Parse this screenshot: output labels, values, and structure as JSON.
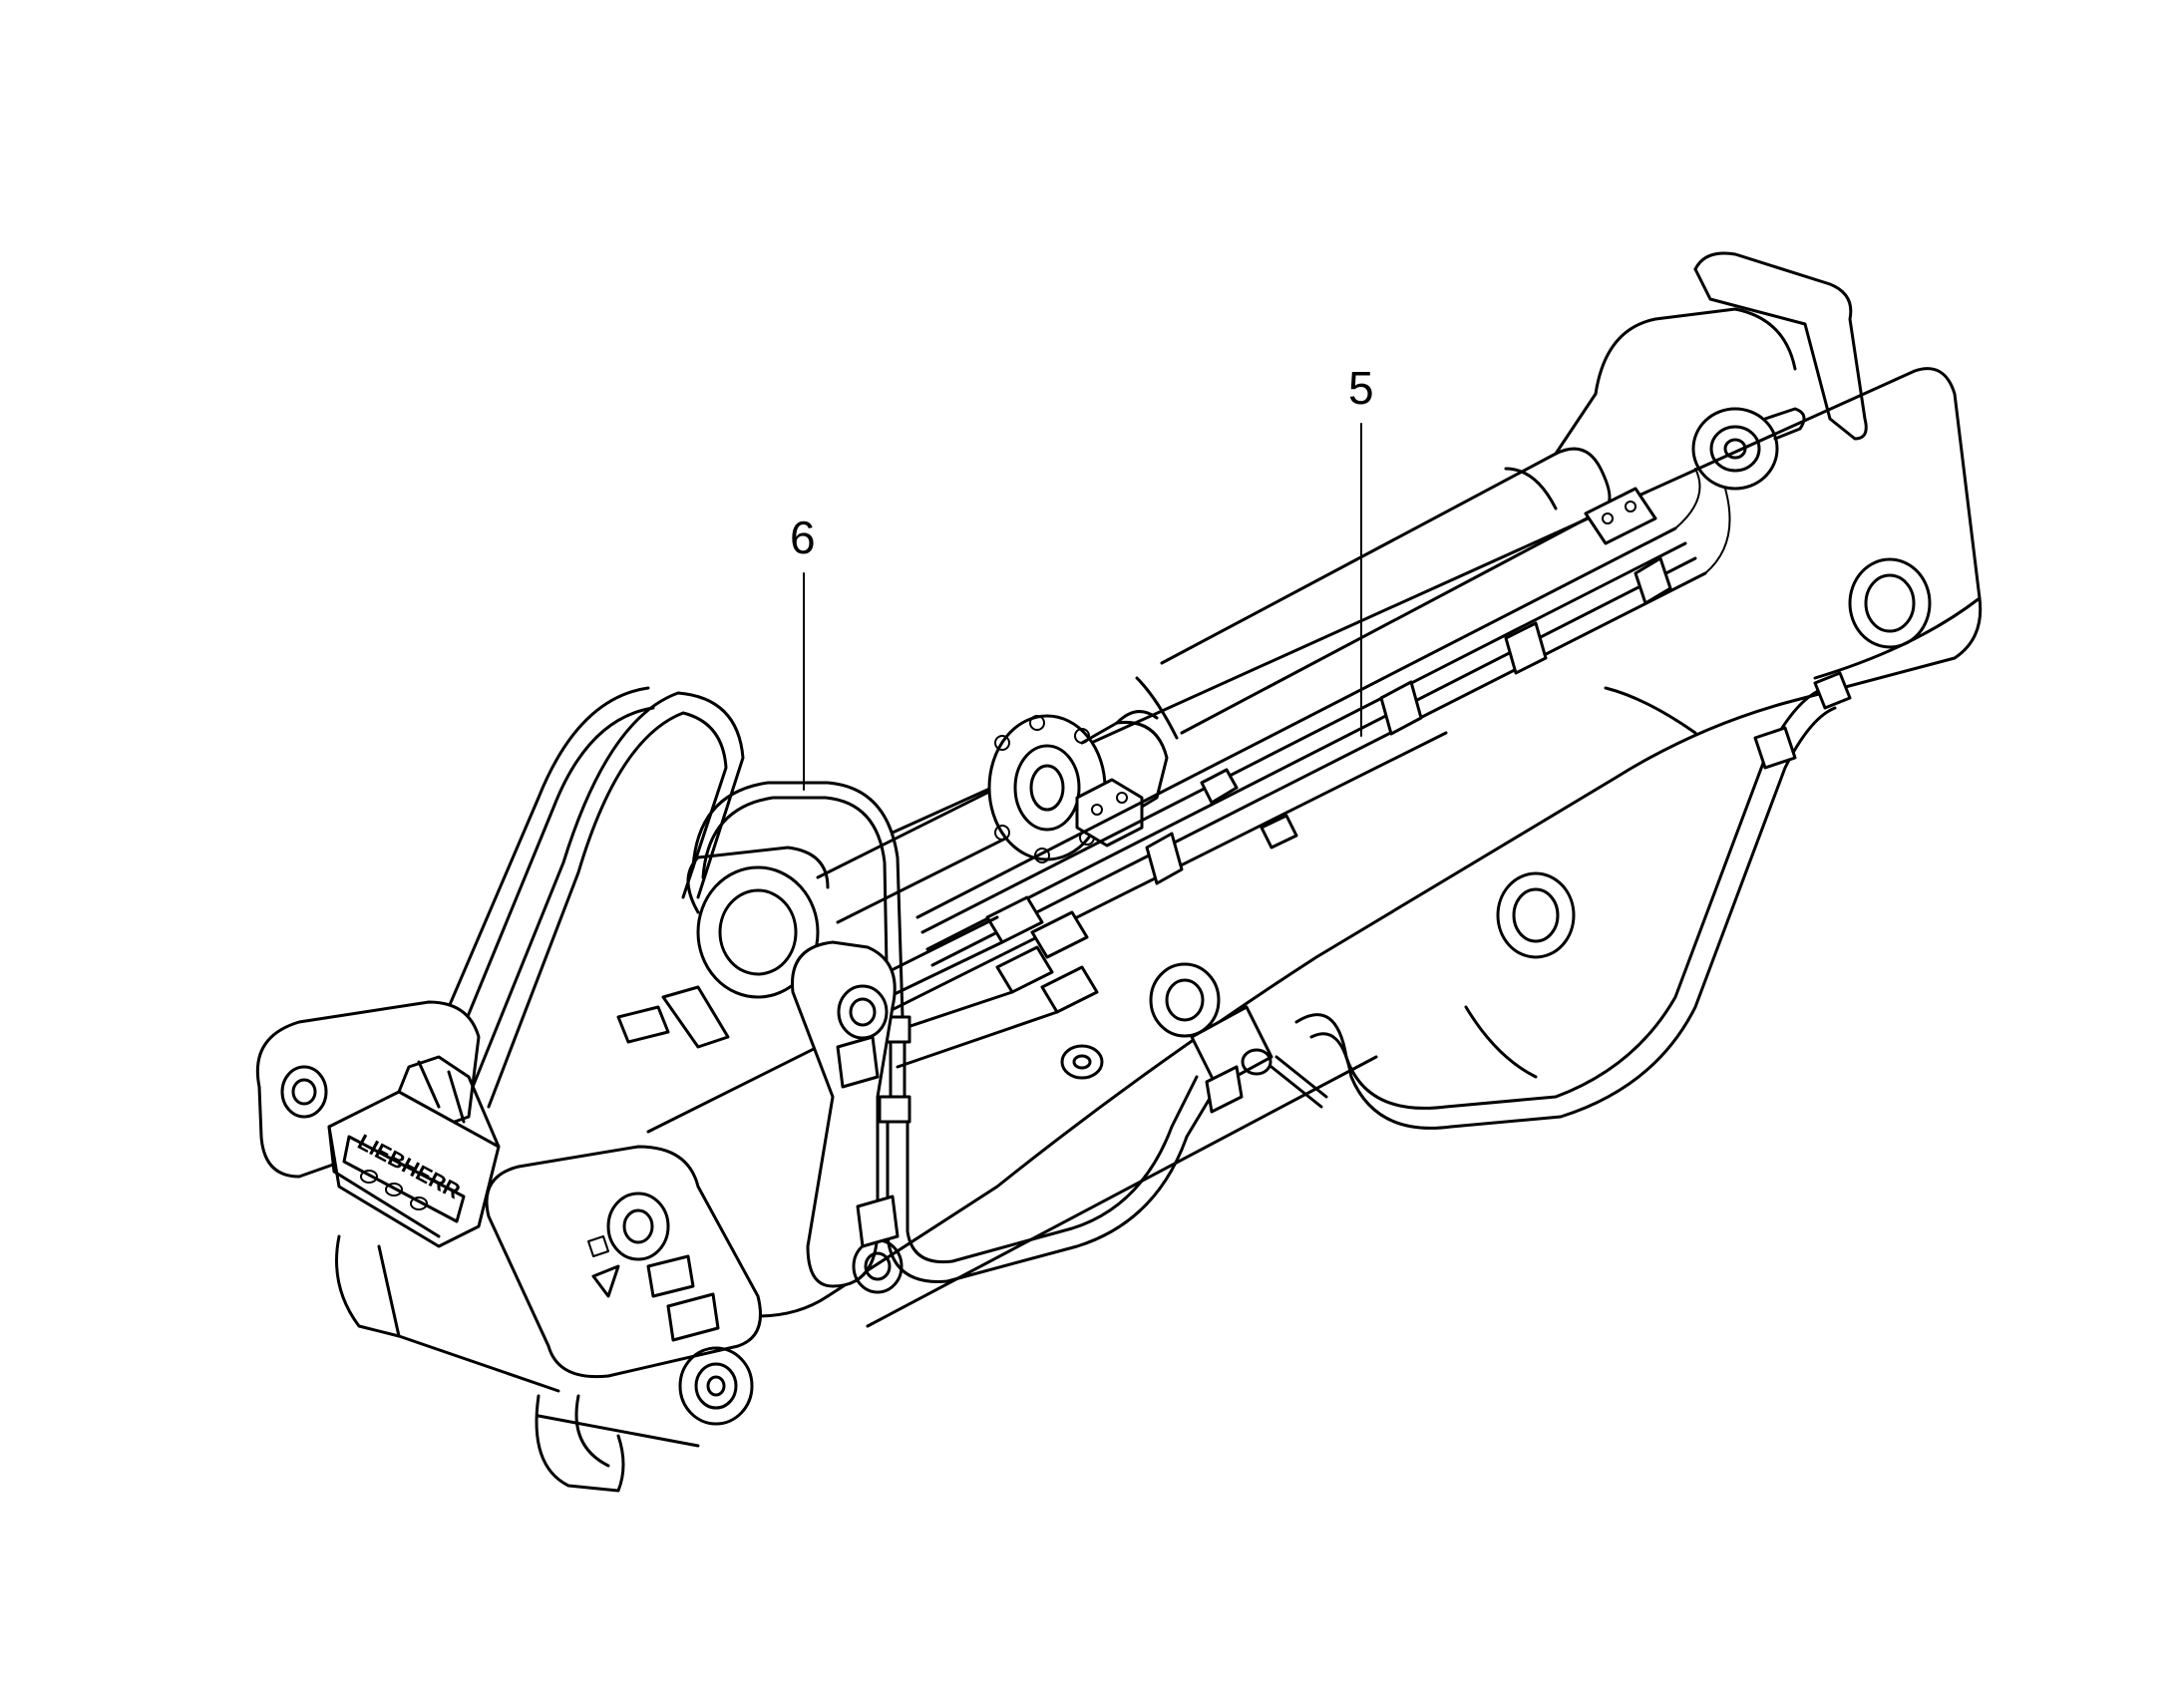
{
  "callouts": [
    {
      "id": "5",
      "label": "5"
    },
    {
      "id": "6",
      "label": "6"
    }
  ],
  "logo_text": "LIEBHERR",
  "colors": {
    "line": "#000000",
    "background": "#ffffff"
  }
}
